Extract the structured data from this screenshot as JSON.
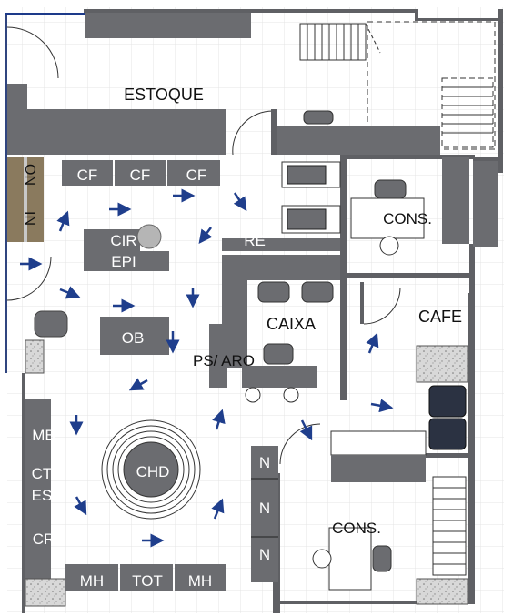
{
  "rooms": {
    "estoque": "ESTOQUE",
    "caixa": "CAIXA",
    "cafe": "CAFE",
    "cons_top": "CONS.",
    "cons_bottom": "CONS.",
    "re": "RE",
    "ps_aro": "PS/ ARO"
  },
  "fixtures": {
    "cf1": "CF",
    "cf2": "CF",
    "cf3": "CF",
    "cir": "CIR",
    "epi": "EPI",
    "ob": "OB",
    "chd": "CHD",
    "mb": "MB",
    "ct": "CT",
    "es": "ES",
    "cr": "CR",
    "mh1": "MH",
    "tot": "TOT",
    "mh2": "MH",
    "n1": "N",
    "n2": "N",
    "n3": "N",
    "entrance_in": "IN",
    "entrance_on": "ON"
  },
  "colors": {
    "wall": "#5f6064",
    "fixture": "#6b6c70",
    "grid": "#e4e4e4",
    "arrow": "#1f3e8c",
    "sofa": "#2b3242"
  }
}
